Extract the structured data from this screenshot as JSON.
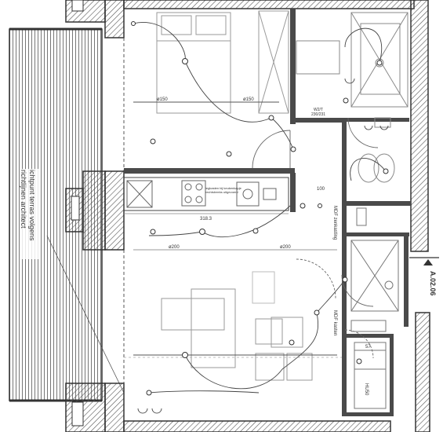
{
  "terrace_note": {
    "line1": "ichtpunt terras volgens",
    "line2": "richtlijnen architect"
  },
  "dimensions": {
    "bedroom_width_left": "ø150",
    "bedroom_width_right": "ø150",
    "kitchen_length": "318.3",
    "living_dim_left": "ø200",
    "living_dim_right": "ø200",
    "bath_offset": "100",
    "lower_bath_dim": "57",
    "hvac_note": "HU50"
  },
  "labels": {
    "section_ref": "A.02.06",
    "wall_label_upper": "MDF zenkasting",
    "wall_label_lower": "MDF kasten",
    "kitchen_note_1": "legkasten bij keukenkapje",
    "kitchen_note_2": "rechtstreeks uitgevoerd",
    "shaft_a": "W2/T",
    "shaft_b": "230/231"
  },
  "colors": {
    "wall_hatch": "#555555",
    "line": "#3a3a3a",
    "light_line": "#9a9a9a",
    "background": "#ffffff"
  }
}
